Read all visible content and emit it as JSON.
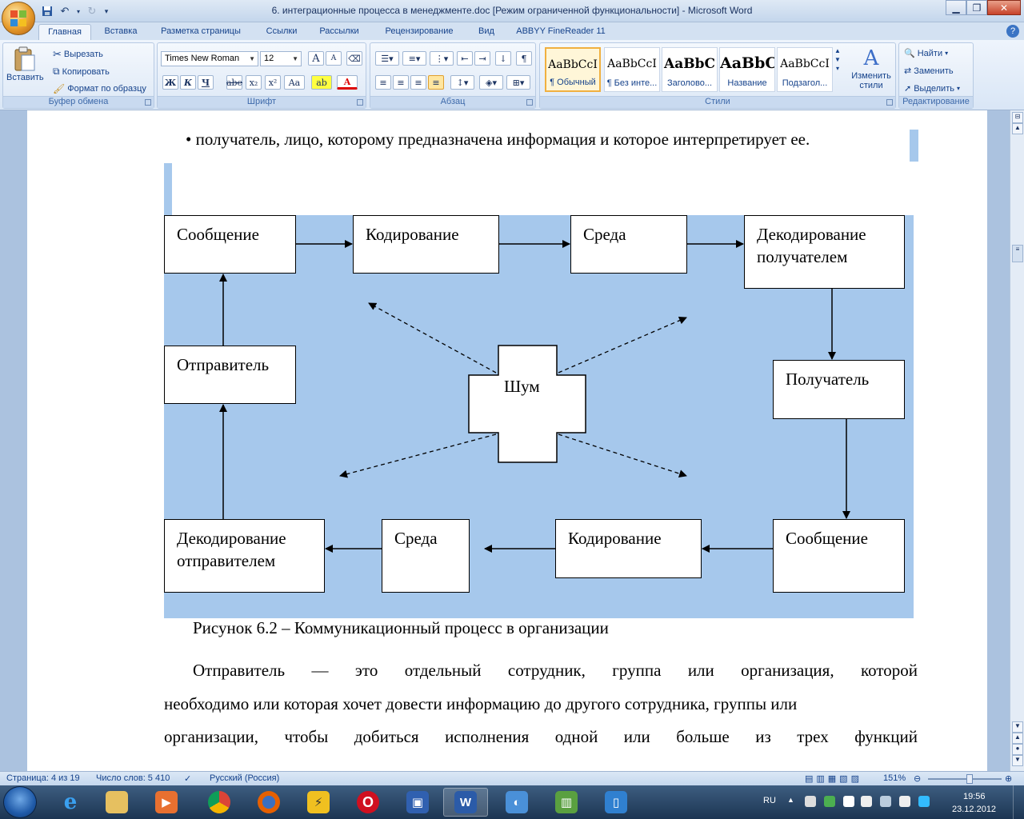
{
  "window": {
    "title": "6. интеграционные процесса в менеджменте.doc [Режим ограниченной функциональности] - Microsoft Word"
  },
  "tabs": [
    "Главная",
    "Вставка",
    "Разметка страницы",
    "Ссылки",
    "Рассылки",
    "Рецензирование",
    "Вид",
    "ABBYY FineReader 11"
  ],
  "ribbon": {
    "clipboard": {
      "label": "Буфер обмена",
      "paste": "Вставить",
      "cut": "Вырезать",
      "copy": "Копировать",
      "format_painter": "Формат по образцу"
    },
    "font": {
      "label": "Шрифт",
      "font_name": "Times New Roman",
      "font_size": "12",
      "bold": "Ж",
      "italic": "К",
      "underline": "Ч",
      "strike": "abe",
      "sub": "x₂",
      "sup": "x²",
      "case": "Aa",
      "grow": "A",
      "shrink": "A"
    },
    "paragraph": {
      "label": "Абзац"
    },
    "styles": {
      "label": "Стили",
      "tiles": [
        {
          "sample": "AaBbCcI",
          "name": "¶ Обычный"
        },
        {
          "sample": "AaBbCcI",
          "name": "¶ Без инте..."
        },
        {
          "sample": "AaBbC",
          "name": "Заголово..."
        },
        {
          "sample": "AaBbC",
          "name": "Название"
        },
        {
          "sample": "AaBbCcI",
          "name": "Подзагол..."
        }
      ],
      "change_styles": "Изменить стили"
    },
    "editing": {
      "label": "Редактирование",
      "find": "Найти",
      "replace": "Заменить",
      "select": "Выделить"
    }
  },
  "document": {
    "bullet_line": "• получатель, лицо, которому предназначена информация и которое интерпретирует ее.",
    "diagram": {
      "boxes": {
        "message_top": "Сообщение",
        "encoding_top": "Кодирование",
        "medium_top": "Среда",
        "decoding_receiver": "Декодирование получателем",
        "sender": "Отправитель",
        "noise": "Шум",
        "receiver": "Получатель",
        "decoding_sender": "Декодирование отправителем",
        "medium_bottom": "Среда",
        "encoding_bottom": "Кодирование",
        "message_bottom": "Сообщение"
      }
    },
    "caption": "Рисунок 6.2 – Коммуникационный процесс в организации",
    "para_line1": [
      "Отправитель",
      "—",
      "это",
      "отдельный",
      "сотрудник,",
      "группа",
      "или",
      "организация,",
      "которой"
    ],
    "para_line2": "необходимо или которая хочет довести информацию до другого сотрудника, группы или",
    "para_line3": [
      "организации,",
      "чтобы",
      "добиться",
      "исполнения",
      "одной",
      "или",
      "больше",
      "из",
      "трех",
      "функций"
    ]
  },
  "status": {
    "page": "Страница: 4 из 19",
    "words": "Число слов: 5 410",
    "language": "Русский (Россия)",
    "zoom": "151%"
  },
  "tray": {
    "lang": "RU",
    "time": "19:56",
    "date": "23.12.2012"
  }
}
